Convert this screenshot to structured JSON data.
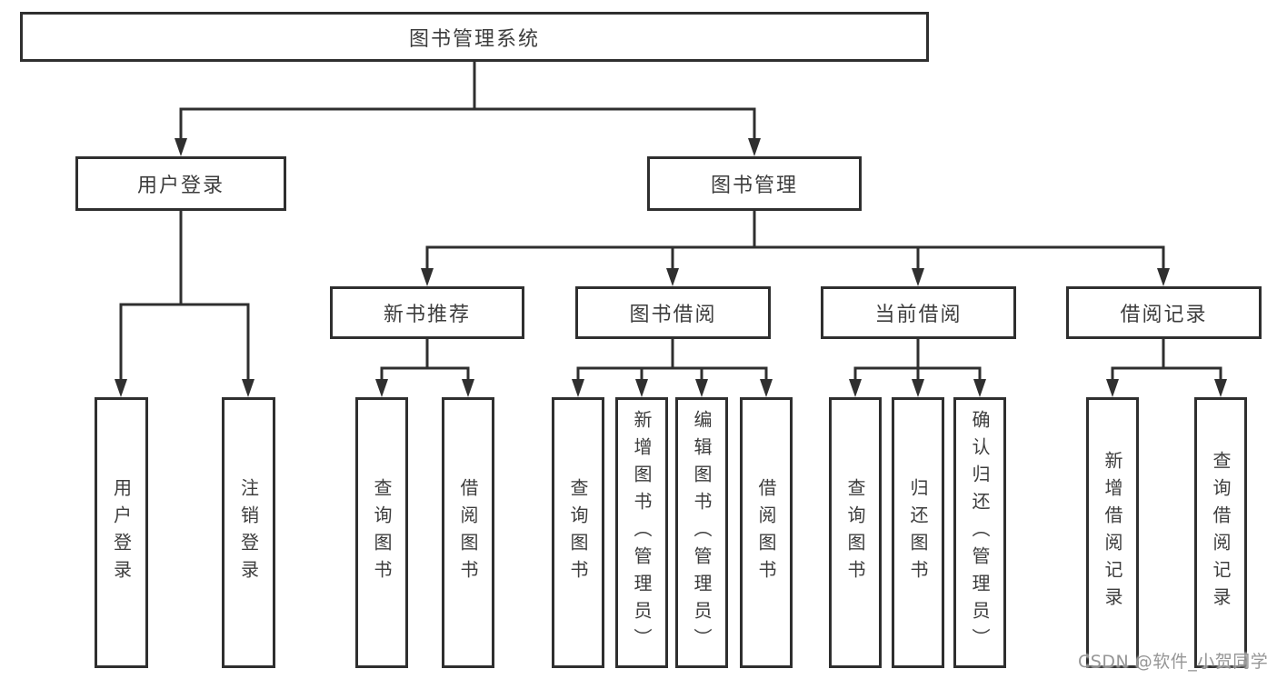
{
  "diagram_type": "hierarchy-tree",
  "colors": {
    "background": "#ffffff",
    "line": "#2f2f2f",
    "box_border": "#2f2f2f",
    "text": "#3d3d3d",
    "watermark": "#848484"
  },
  "tree": {
    "root": {
      "label": "图书管理系统",
      "children": [
        {
          "label": "用户登录",
          "children": [
            {
              "label": "用户登录"
            },
            {
              "label": "注销登录"
            }
          ]
        },
        {
          "label": "图书管理",
          "children": [
            {
              "label": "新书推荐",
              "children": [
                {
                  "label": "查询图书"
                },
                {
                  "label": "借阅图书"
                }
              ]
            },
            {
              "label": "图书借阅",
              "children": [
                {
                  "label": "查询图书"
                },
                {
                  "label": "新增图书（管理员）"
                },
                {
                  "label": "编辑图书（管理员）"
                },
                {
                  "label": "借阅图书"
                }
              ]
            },
            {
              "label": "当前借阅",
              "children": [
                {
                  "label": "查询图书"
                },
                {
                  "label": "归还图书"
                },
                {
                  "label": "确认归还（管理员）"
                }
              ]
            },
            {
              "label": "借阅记录",
              "children": [
                {
                  "label": "新增借阅记录"
                },
                {
                  "label": "查询借阅记录"
                }
              ]
            }
          ]
        }
      ]
    }
  },
  "watermark": {
    "text": "CSDN @软件_小贺同学"
  }
}
